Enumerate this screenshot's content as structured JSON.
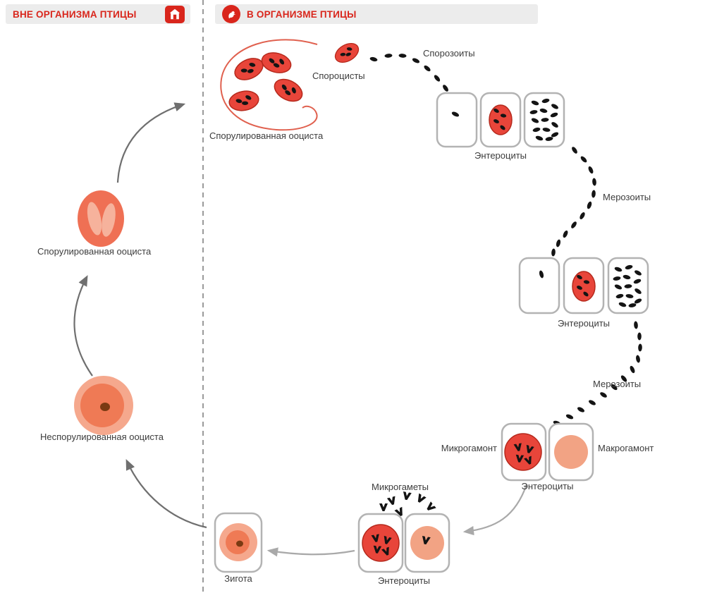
{
  "outside": {
    "header": "ВНЕ ОРГАНИЗМА ПТИЦЫ",
    "sporulated_oocyst": "Спорулированная ооциста",
    "unsporulated_oocyst": "Неспорулированная ооциста"
  },
  "inside": {
    "header": "В ОРГАНИЗМЕ ПТИЦЫ",
    "sporocysts": "Спороцисты",
    "sporozoites": "Спорозоиты",
    "sporulated_oocyst": "Спорулированная ооциста",
    "enterocytes": "Энтероциты",
    "merozoites": "Мерозоиты",
    "microgamont": "Микрогамонт",
    "macrogamont": "Макрогамонт",
    "microgametes": "Микрогаметы",
    "zygote": "Зигота"
  },
  "icons": {
    "outside_badge": "barn-icon",
    "inside_badge": "rooster-icon"
  },
  "colors": {
    "accent_red": "#d9261c",
    "cell_red": "#e8453a",
    "cell_red_border": "#b5291c",
    "salmon": "#ef7a55",
    "salmon_light": "#f5a88d",
    "black_particle": "#141414",
    "box_border": "#b3b3b3",
    "arrow_dark": "#6f6f6f",
    "arrow_light": "#a9a9a9",
    "header_bg": "#ececec"
  }
}
